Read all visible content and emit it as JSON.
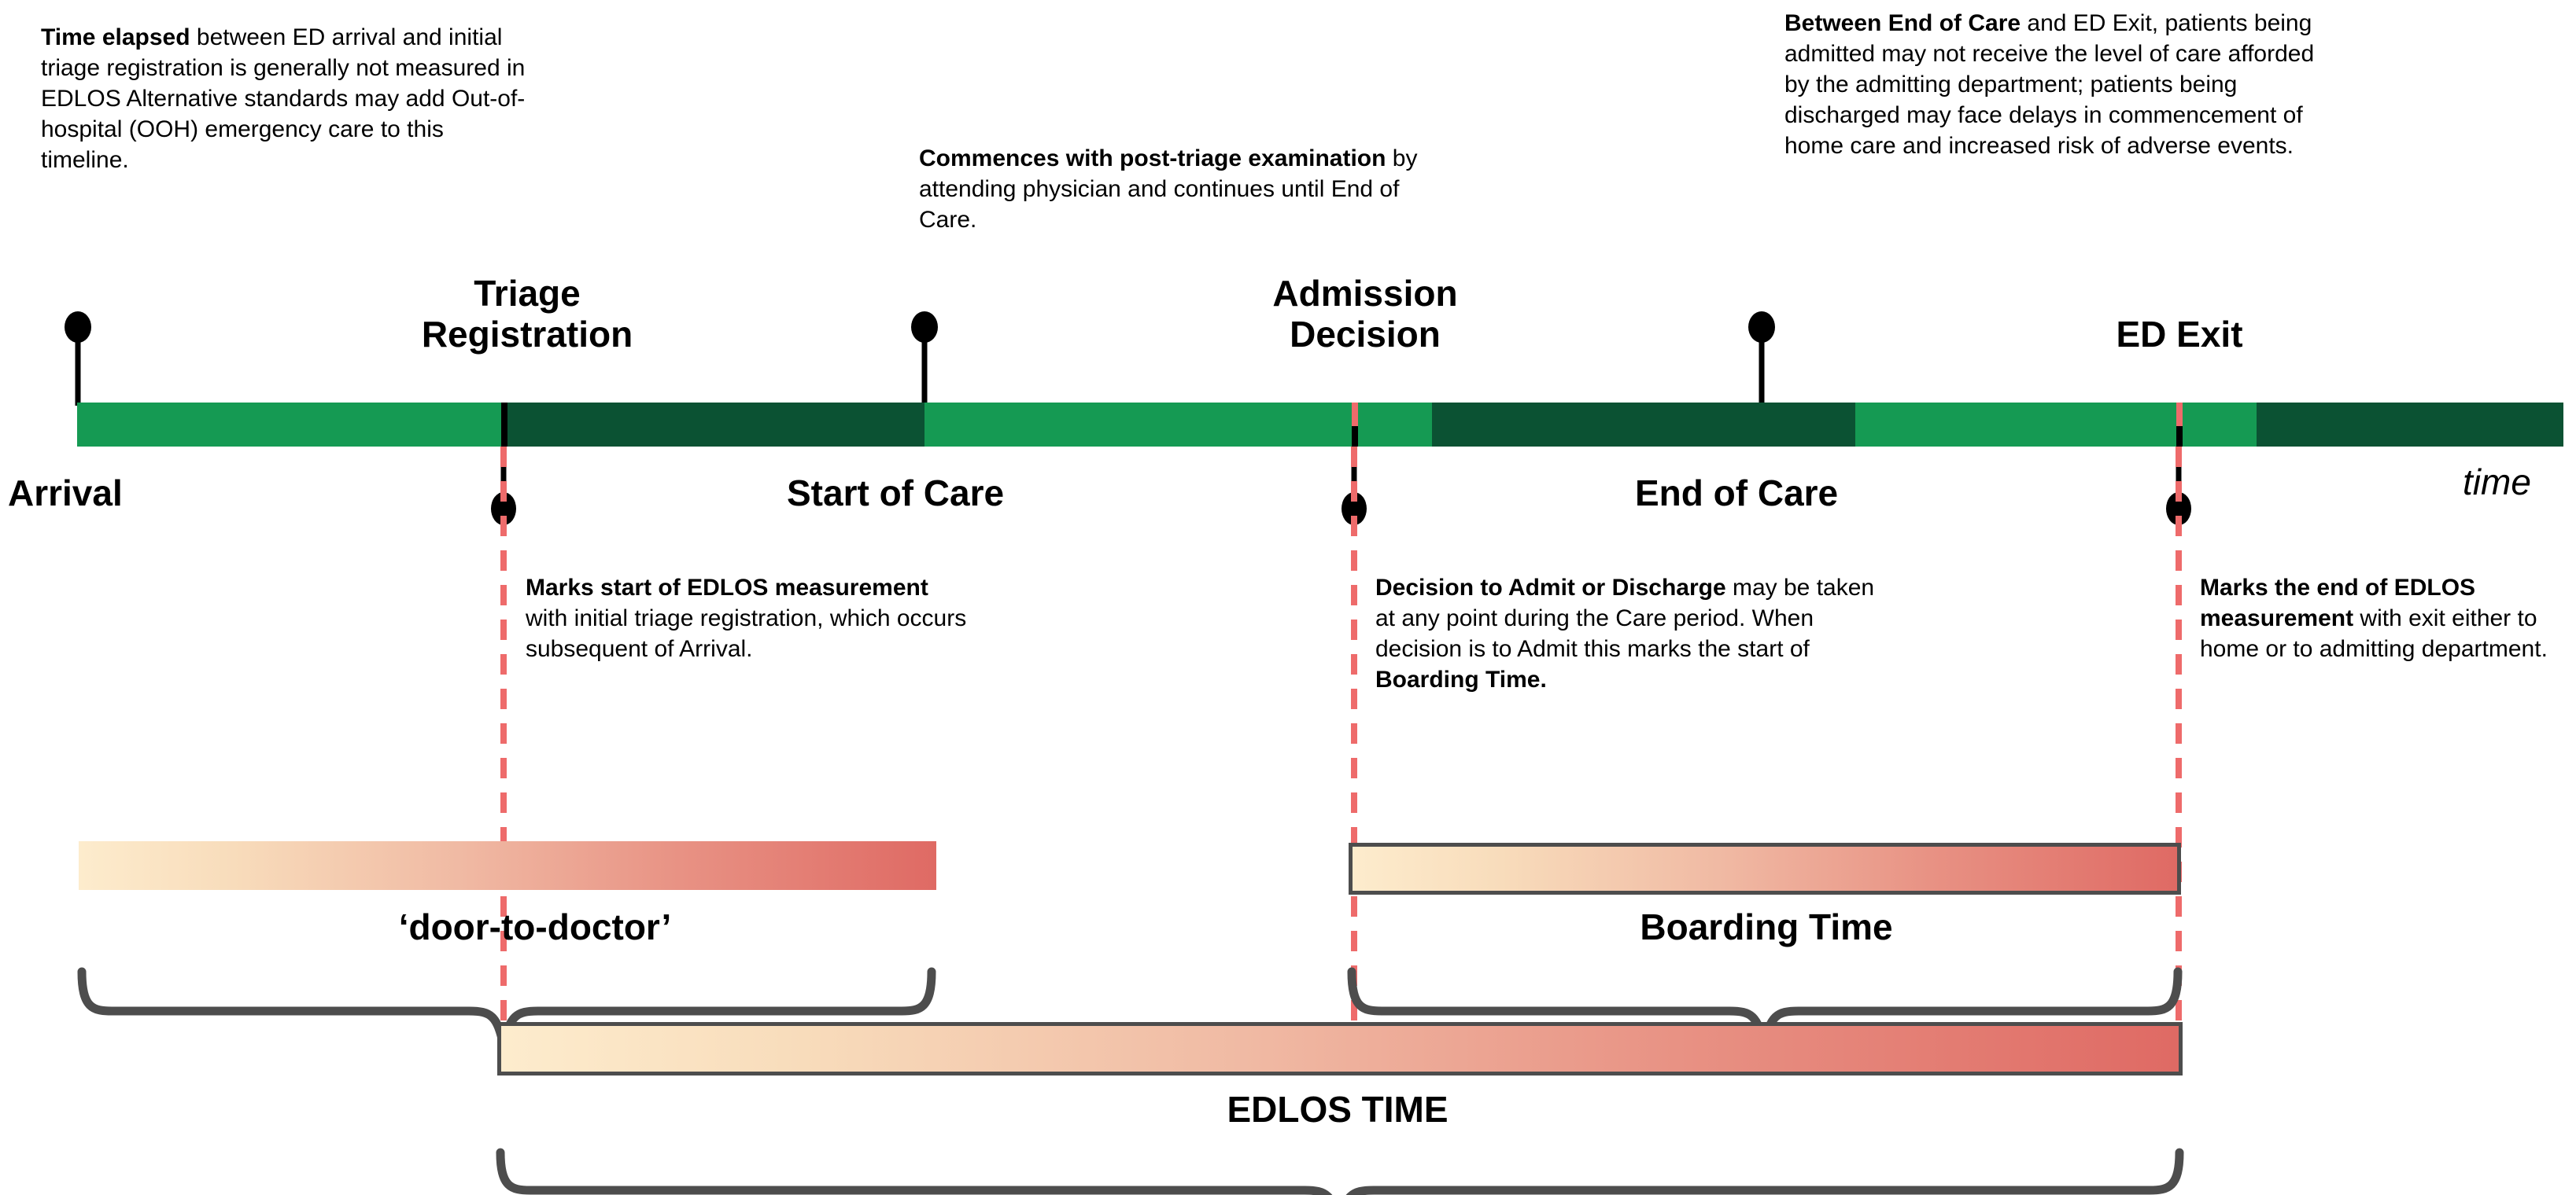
{
  "diagram": {
    "title": "ED Length of Stay (EDLOS) timeline",
    "time_axis_label": "time",
    "colors": {
      "green_light": "#159A53",
      "green_dark": "#0B5233",
      "red_dashed": "#EE6B6B",
      "gradient_start": "#FDECCD",
      "gradient_end": "#DF6A64",
      "brace_gray": "#4D4D4D",
      "text": "#000000"
    }
  },
  "timeline": {
    "milestones_above": [
      {
        "id": "triage-registration",
        "label": "Triage\nRegistration"
      },
      {
        "id": "admission-decision",
        "label": "Admission\nDecision"
      },
      {
        "id": "ed-exit",
        "label": "ED Exit"
      }
    ],
    "milestones_below": [
      {
        "id": "arrival",
        "label": "Arrival"
      },
      {
        "id": "start-of-care",
        "label": "Start of Care"
      },
      {
        "id": "end-of-care",
        "label": "End of Care"
      }
    ]
  },
  "notes": {
    "arrival": {
      "bold": "Time elapsed",
      "rest": " between ED arrival and initial triage registration is generally not measured in EDLOS Alternative standards may add Out-of-hospital (OOH) emergency care to this timeline."
    },
    "start_of_care": {
      "bold": "Commences with post-triage examination",
      "rest": " by attending physician and continues until End of Care."
    },
    "end_of_care": {
      "bold": "Between End of Care",
      "rest": " and ED Exit, patients being admitted may not receive the level of care afforded by the admitting department; patients being discharged may face delays in commencement of home care and increased risk of adverse events."
    },
    "triage_registration": {
      "bold": "Marks start of EDLOS measurement",
      "rest": " with initial triage registration, which occurs subsequent of Arrival."
    },
    "admission_decision": {
      "bold": "Decision to Admit or Discharge",
      "rest": " may be taken at any point during the Care period. When decision is to Admit this marks the start of ",
      "bold2": "Boarding Time."
    },
    "ed_exit": {
      "bold": "Marks the end of EDLOS measurement",
      "rest": " with exit either to home or to admitting department."
    }
  },
  "duration_bars": [
    {
      "id": "door-to-doctor",
      "label": "‘door-to-doctor’"
    },
    {
      "id": "boarding-time",
      "label": "Boarding Time"
    },
    {
      "id": "edlos-time",
      "label": "EDLOS TIME"
    }
  ]
}
